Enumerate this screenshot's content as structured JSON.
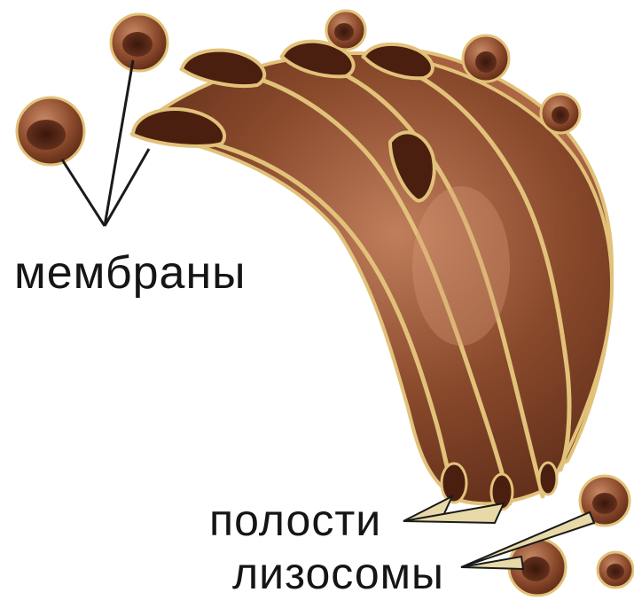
{
  "diagram": {
    "subject": "golgi-apparatus",
    "labels": {
      "membranes": "мембраны",
      "cavities": "полости",
      "lysosomes": "лизосомы"
    },
    "colors": {
      "cisterna_fill": "#8a4a2c",
      "cisterna_dark": "#5b2a17",
      "cisterna_light": "#b9785a",
      "membrane_rim": "#e2c27a",
      "leader_line": "#1a1a1a",
      "background": "#ffffff"
    }
  }
}
